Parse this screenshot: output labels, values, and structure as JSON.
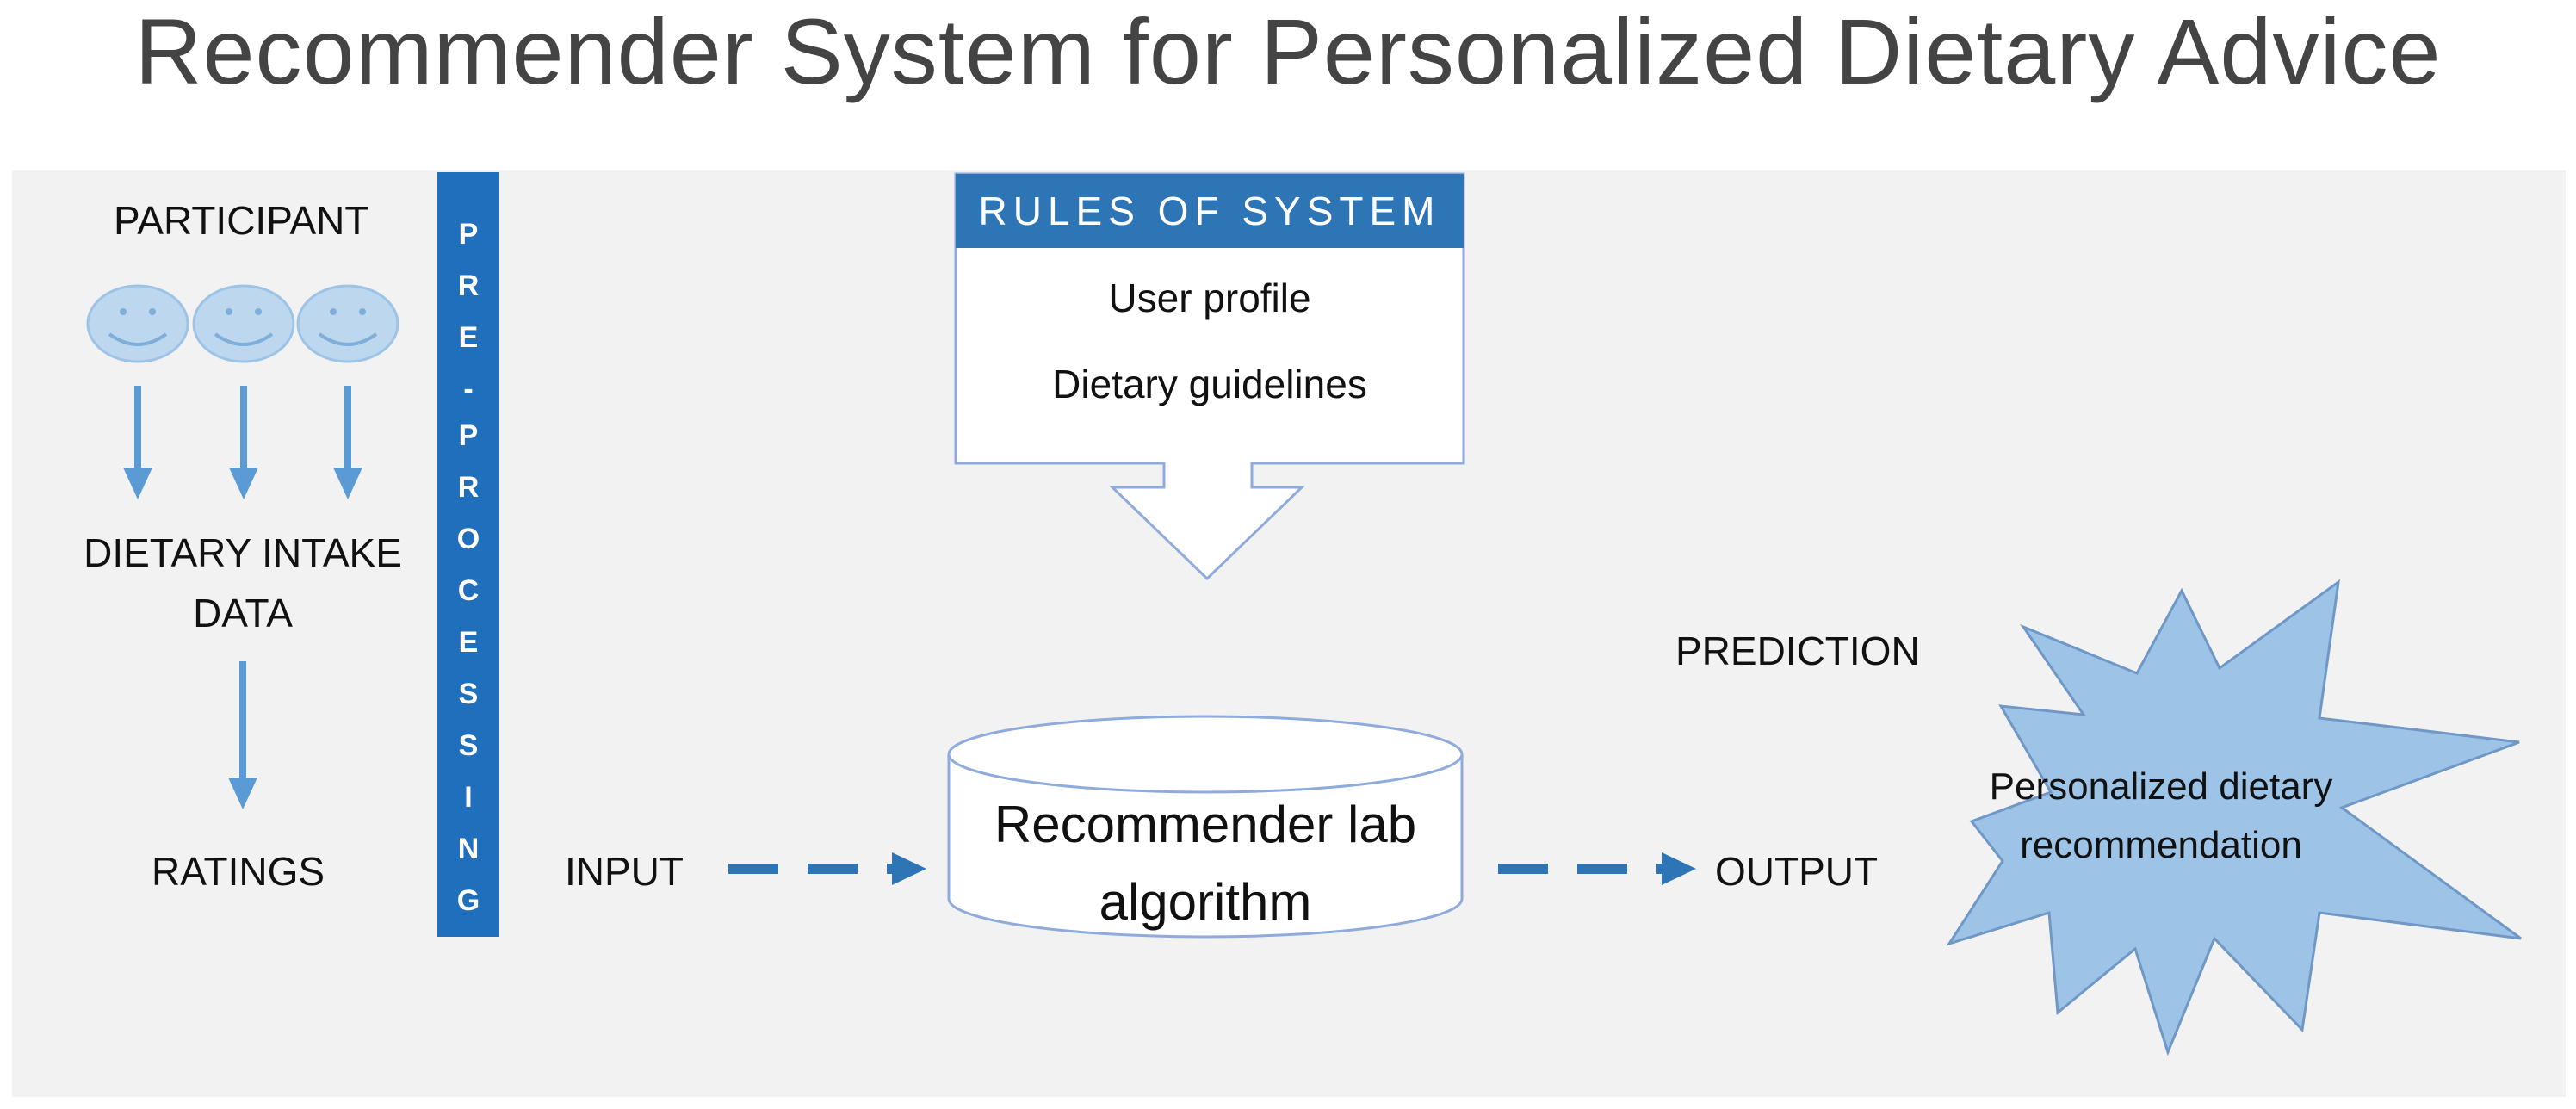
{
  "title": "Recommender System for Personalized Dietary Advice",
  "left_flow": {
    "participant": "PARTICIPANT",
    "intake_line1": "DIETARY INTAKE",
    "intake_line2": "DATA",
    "ratings": "RATINGS"
  },
  "preprocessing": {
    "letters": [
      "P",
      "R",
      "E",
      "-",
      "P",
      "R",
      "O",
      "C",
      "E",
      "S",
      "S",
      "I",
      "N",
      "G"
    ]
  },
  "rules": {
    "header": "RULES OF SYSTEM",
    "items": [
      "User profile",
      "Dietary guidelines"
    ]
  },
  "flow": {
    "input": "INPUT",
    "output": "OUTPUT",
    "prediction": "PREDICTION"
  },
  "algorithm": {
    "line1": "Recommender lab",
    "line2": "algorithm"
  },
  "result": {
    "line1": "Personalized dietary",
    "line2": "recommendation"
  },
  "colors": {
    "accent_blue": "#2e75b6",
    "bar_blue": "#1f6fbd",
    "face_fill": "#bdd7ee",
    "face_stroke": "#9dc3e6",
    "arrow_blue": "#5b9bd5",
    "star_fill": "#9dc3e6",
    "panel_bg": "#f2f2f2"
  }
}
